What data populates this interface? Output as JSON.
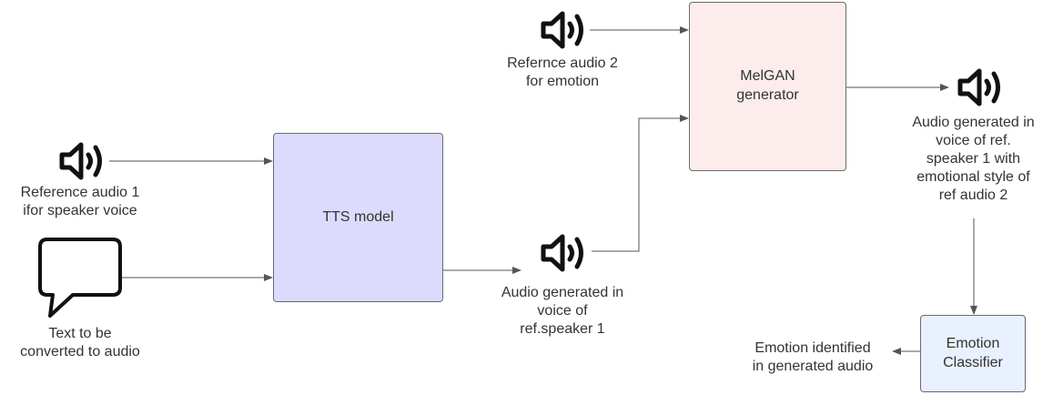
{
  "colors": {
    "tts_fill": "#dcdbfd",
    "melgan_fill": "#fdecec",
    "classifier_fill": "#e8f1fd",
    "border": "#6b6b6b",
    "arrow": "#555555",
    "icon": "#111111"
  },
  "nodes": {
    "tts_model": {
      "lines": [
        "TTS model"
      ]
    },
    "melgan": {
      "lines": [
        "MelGAN",
        "generator"
      ]
    },
    "classifier": {
      "lines": [
        "Emotion",
        "Classifier"
      ]
    }
  },
  "labels": {
    "ref_audio_1": {
      "lines": [
        "Reference audio 1",
        "ifor speaker voice"
      ]
    },
    "text_input": {
      "lines": [
        "Text to be",
        "converted to audio"
      ]
    },
    "ref_audio_2": {
      "lines": [
        "Refernce audio 2",
        "for emotion"
      ]
    },
    "audio_gen_1": {
      "lines": [
        "Audio generated in",
        "voice of",
        "ref.speaker 1"
      ]
    },
    "audio_gen_final": {
      "lines": [
        "Audio generated in",
        "voice of ref.",
        "speaker 1 with",
        "emotional style of",
        "ref audio 2"
      ]
    },
    "emotion_out": {
      "lines": [
        "Emotion identified",
        "in generated audio"
      ]
    }
  },
  "icons": {
    "speaker": "speaker-volume-icon",
    "speech_bubble": "speech-bubble-icon"
  }
}
